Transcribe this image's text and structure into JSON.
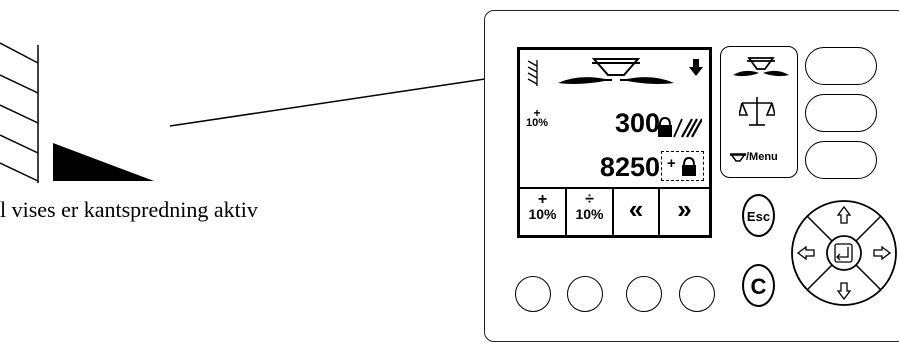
{
  "caption": "l vises er kantspredning aktiv",
  "display": {
    "rate_adjust_label": "10%",
    "rate_value": "300",
    "quantity_value": "8250"
  },
  "softkeys": [
    {
      "symbol": "+",
      "label": "10%"
    },
    {
      "symbol": "÷",
      "label": "10%"
    },
    {
      "symbol": "«",
      "label": ""
    },
    {
      "symbol": "»",
      "label": ""
    }
  ],
  "keys": {
    "menu_label": "/Menu",
    "esc_label": "Esc",
    "clear_label": "C"
  },
  "icons": [
    "border-spreading-icon",
    "spreader-icon",
    "down-arrow-icon",
    "lock-icon",
    "weigh-scale-icon",
    "enter-icon"
  ]
}
